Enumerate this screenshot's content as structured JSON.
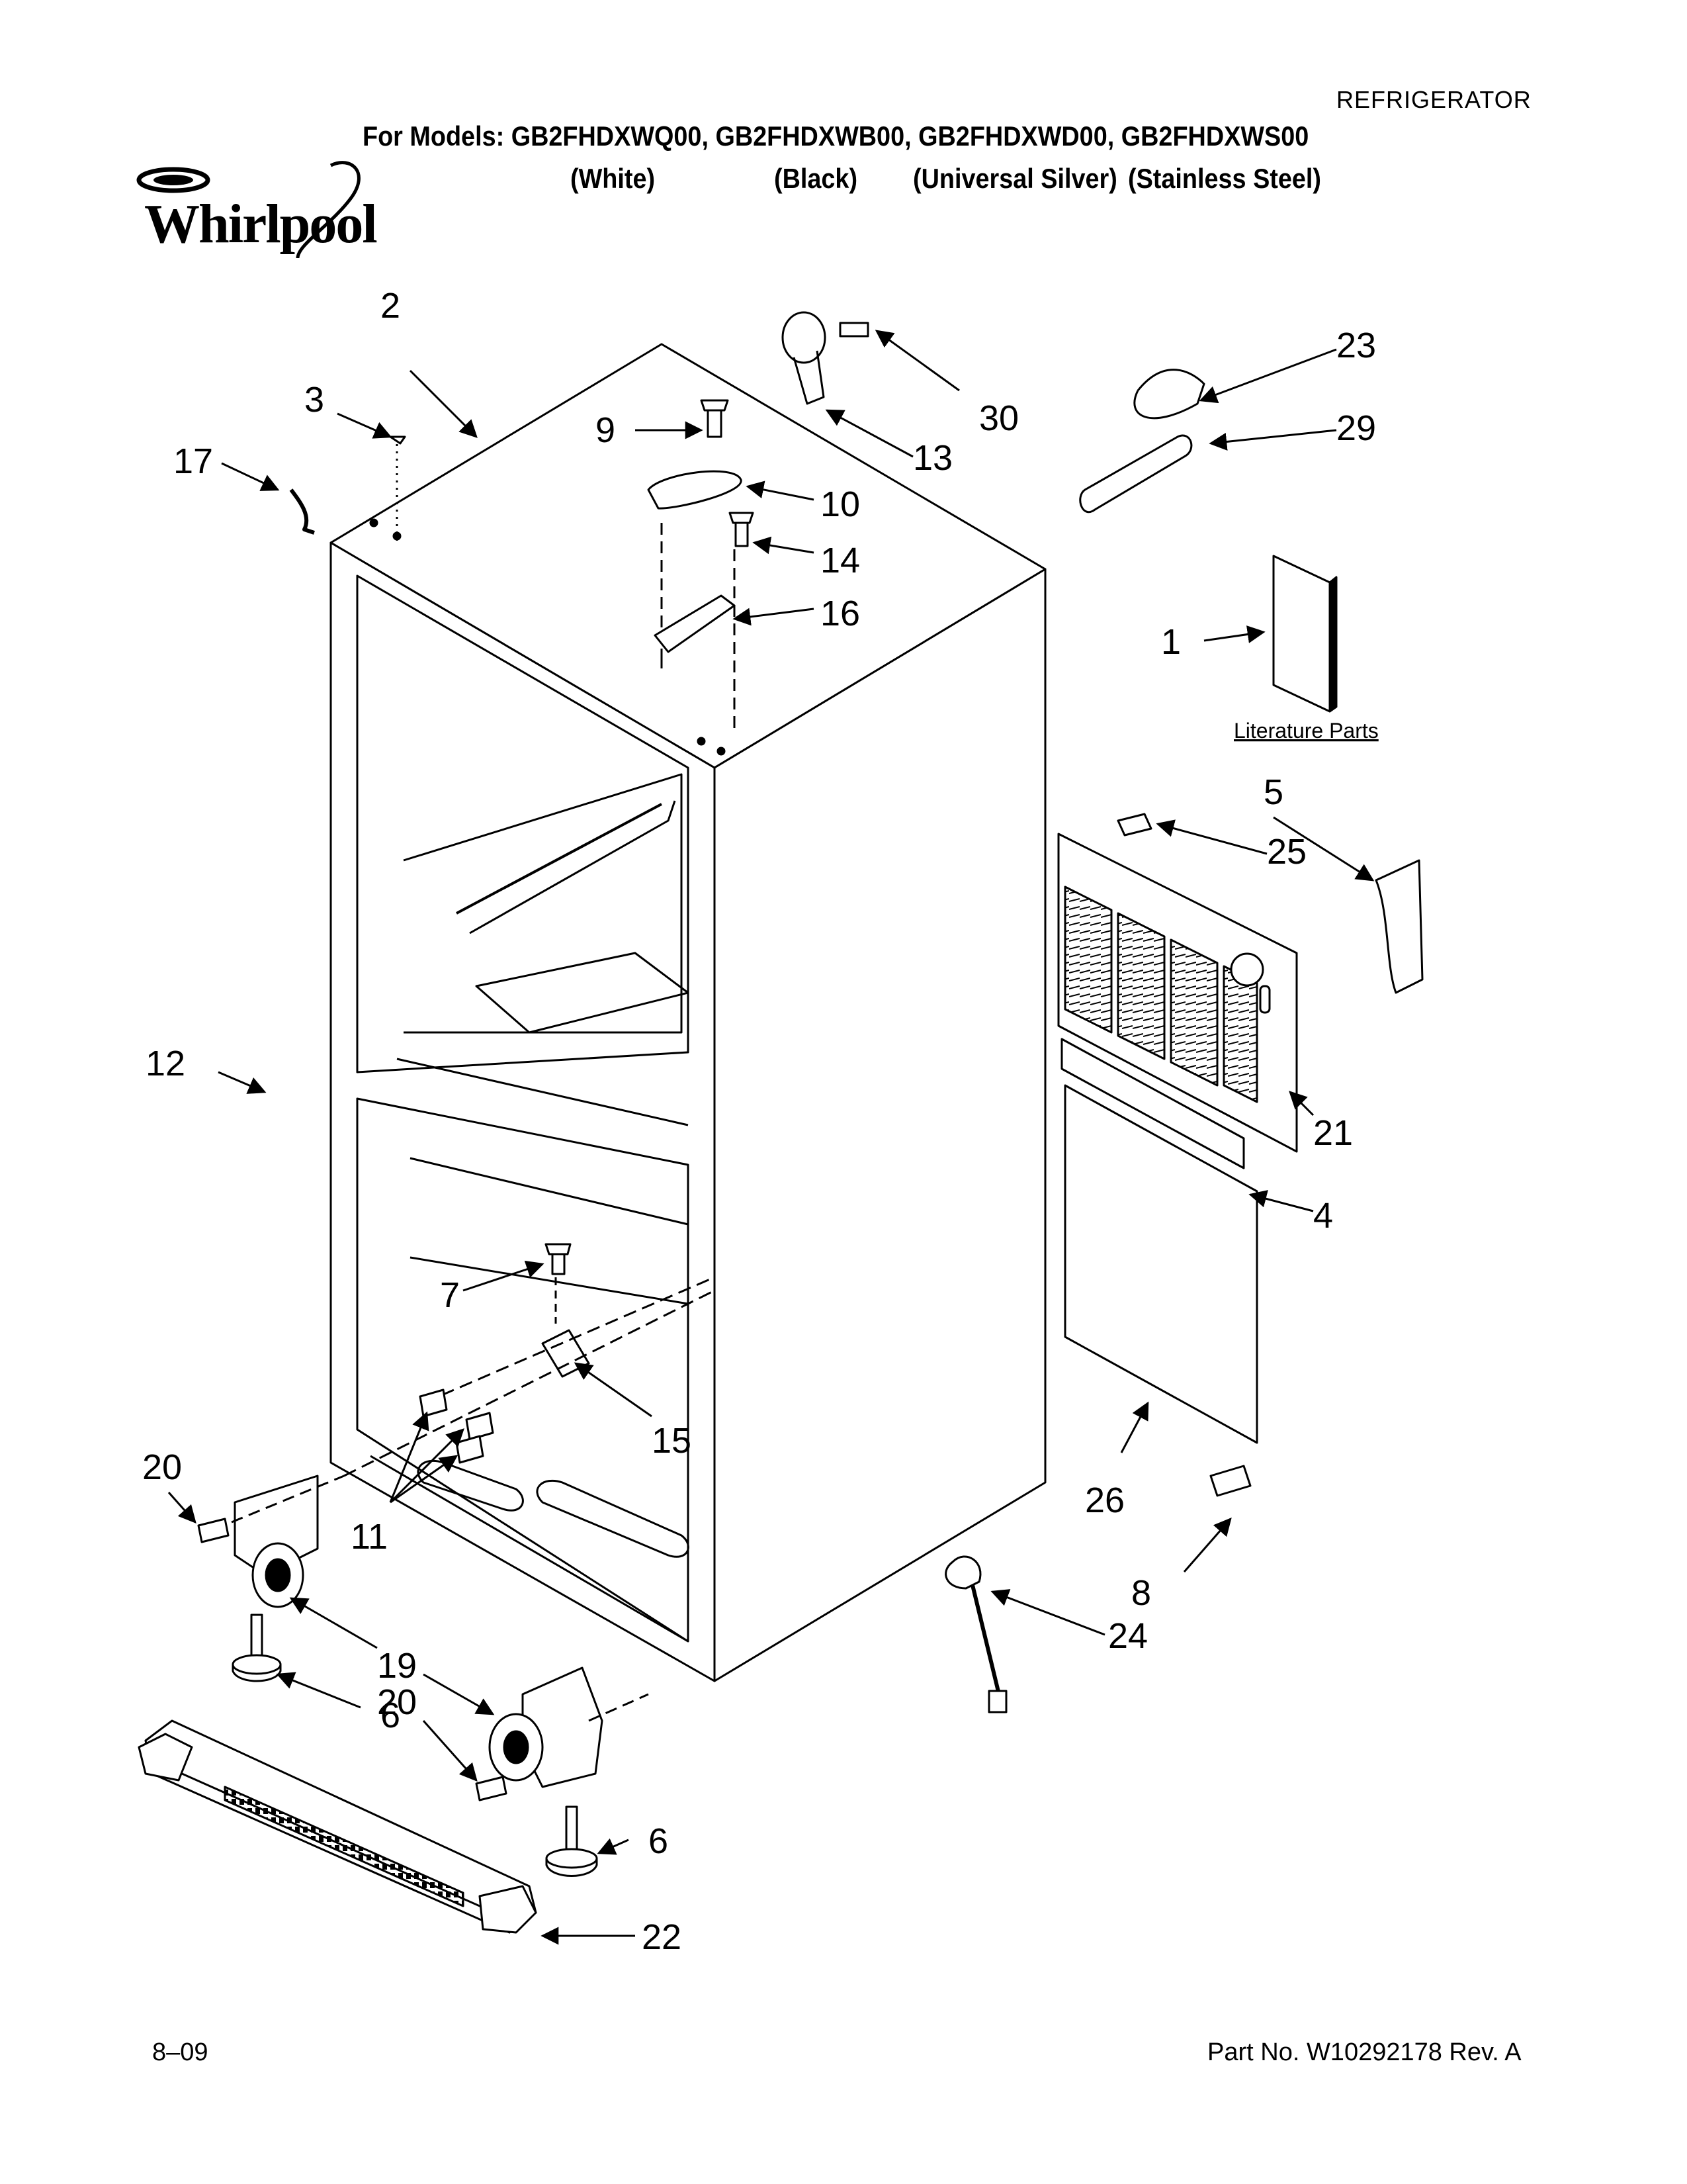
{
  "header": {
    "category": "REFRIGERATOR",
    "models_line": "For Models: GB2FHDXWQ00, GB2FHDXWB00, GB2FHDXWD00, GB2FHDXWS00",
    "variants": [
      "(White)",
      "(Black)",
      "(Universal Silver)",
      "(Stainless Steel)"
    ],
    "brand": "Whirlpool"
  },
  "diagram": {
    "literature_label": "Literature Parts",
    "callouts": [
      "1",
      "2",
      "3",
      "4",
      "5",
      "6",
      "6",
      "7",
      "8",
      "9",
      "10",
      "11",
      "12",
      "13",
      "14",
      "15",
      "16",
      "17",
      "19",
      "19",
      "20",
      "20",
      "21",
      "22",
      "23",
      "24",
      "25",
      "26",
      "29",
      "30"
    ]
  },
  "footer": {
    "date": "8–09",
    "part_number": "Part No. W10292178 Rev. A"
  },
  "colors": {
    "ink": "#000000",
    "paper": "#ffffff"
  }
}
